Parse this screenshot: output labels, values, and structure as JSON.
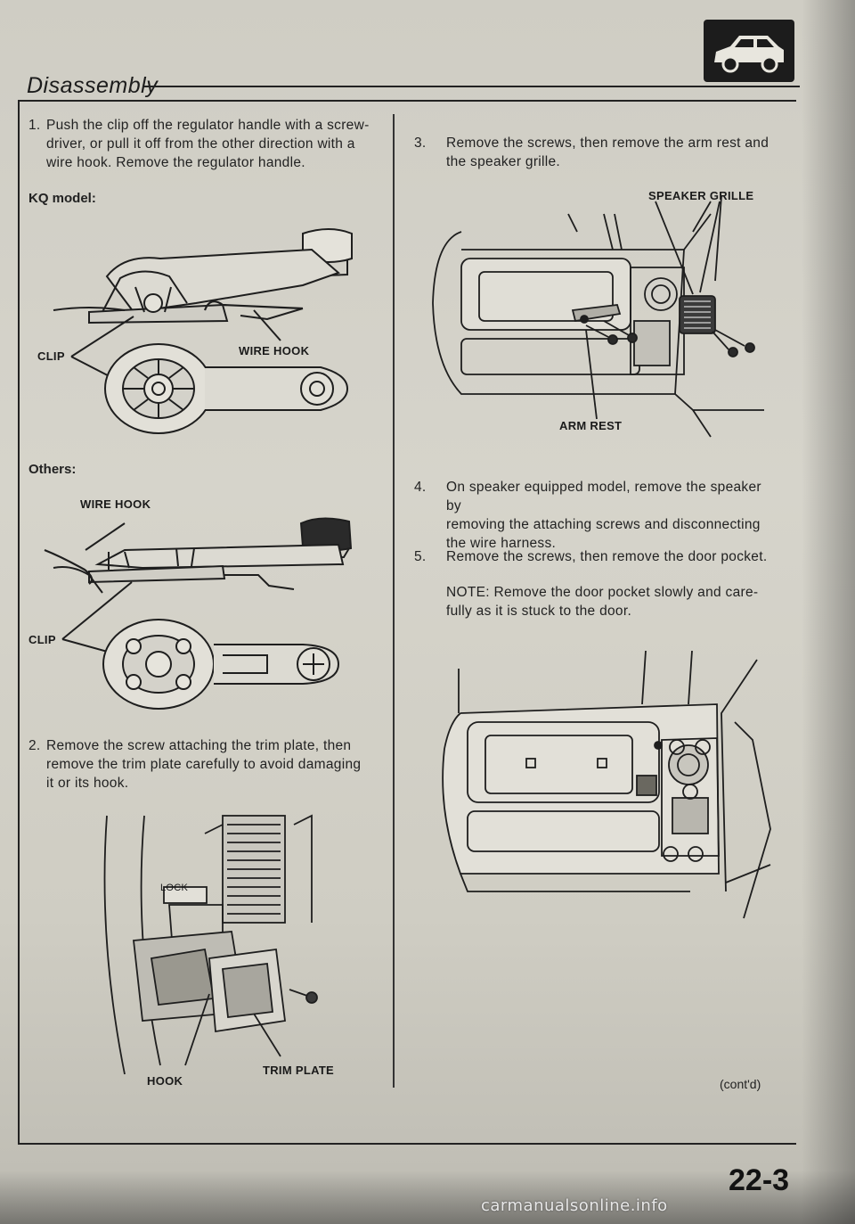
{
  "header": {
    "section_title": "Disassembly"
  },
  "steps": {
    "s1_num": "1.",
    "s1_lines": [
      "Push the clip off the regulator handle with a screw-",
      "driver, or pull it off from the other direction with a",
      "wire hook. Remove the regulator handle."
    ],
    "kq_label": "KQ model:",
    "others_label": "Others:",
    "s2_num": "2.",
    "s2_lines": [
      "Remove the screw attaching the trim plate, then",
      "remove the trim plate carefully to avoid damaging",
      "it or its hook."
    ],
    "s3_num": "3.",
    "s3_lines": [
      "Remove the screws, then remove the arm rest and",
      "the speaker grille."
    ],
    "s4_num": "4.",
    "s4_lines": [
      "On speaker equipped model, remove the speaker by",
      "removing the attaching screws and disconnecting",
      "the wire harness."
    ],
    "s5_num": "5.",
    "s5_lines": [
      "Remove the screws, then remove the door pocket."
    ],
    "note_lines": [
      "NOTE: Remove the door pocket slowly and care-",
      "fully as it is stuck to the door."
    ]
  },
  "callouts": {
    "clip_1": "CLIP",
    "wire_hook_1": "WIRE HOOK",
    "wire_hook_2": "WIRE HOOK",
    "clip_2": "CLIP",
    "lock": "LOCK",
    "hook": "HOOK",
    "trim_plate": "TRIM PLATE",
    "speaker_grille": "SPEAKER GRILLE",
    "arm_rest": "ARM REST"
  },
  "footer": {
    "contd": "(cont'd)",
    "page_number": "22-3",
    "watermark": "carmanualsonline.info"
  }
}
